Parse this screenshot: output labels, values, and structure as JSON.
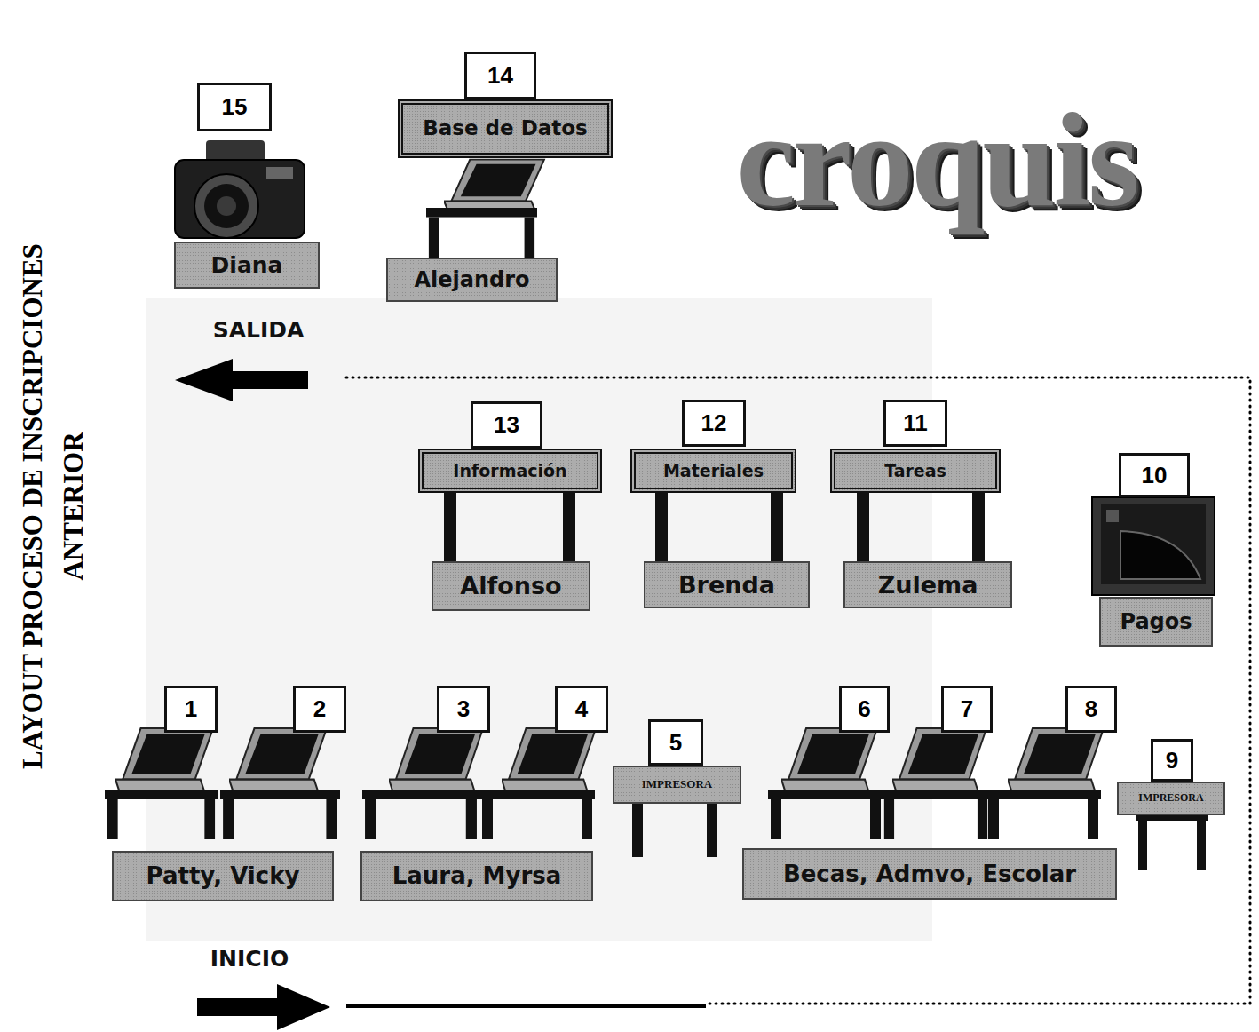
{
  "diagram": {
    "title": "LAYOUT PROCESO DE INSCRIPCIONES ANTERIOR",
    "nodes": [
      {
        "text": [
          "15"
        ]
      },
      {
        "text": [
          "14"
        ]
      },
      {
        "text": [
          "Base de Datos"
        ]
      },
      {
        "text": [
          "Diana"
        ]
      },
      {
        "text": [
          "Alejandro"
        ]
      },
      {
        "text": [
          "13"
        ]
      },
      {
        "text": [
          "12"
        ]
      },
      {
        "text": [
          "11"
        ]
      },
      {
        "text": [
          "Información"
        ]
      },
      {
        "text": [
          "Materiales"
        ]
      },
      {
        "text": [
          "Tareas"
        ]
      },
      {
        "text": [
          "10"
        ]
      },
      {
        "text": [
          "Alfonso"
        ]
      },
      {
        "text": [
          "Brenda"
        ]
      },
      {
        "text": [
          "Zulema"
        ]
      },
      {
        "text": [
          "Pagos"
        ]
      },
      {
        "text": [
          "1"
        ]
      },
      {
        "text": [
          "2"
        ]
      },
      {
        "text": [
          "3"
        ]
      },
      {
        "text": [
          "4"
        ]
      },
      {
        "text": [
          "5"
        ]
      },
      {
        "text": [
          "IMPRESORA"
        ]
      },
      {
        "text": [
          "6"
        ]
      },
      {
        "text": [
          "7"
        ]
      },
      {
        "text": [
          "8"
        ]
      },
      {
        "text": [
          "9"
        ]
      },
      {
        "text": [
          "IMPRESORA"
        ]
      },
      {
        "text": [
          "Patty, Vicky"
        ]
      },
      {
        "text": [
          "Laura, Myrsa"
        ]
      },
      {
        "text": [
          "Becas, Admvo, Escolar"
        ]
      }
    ],
    "labels": [
      "croquis",
      "SALIDA",
      "INICIO"
    ]
  }
}
